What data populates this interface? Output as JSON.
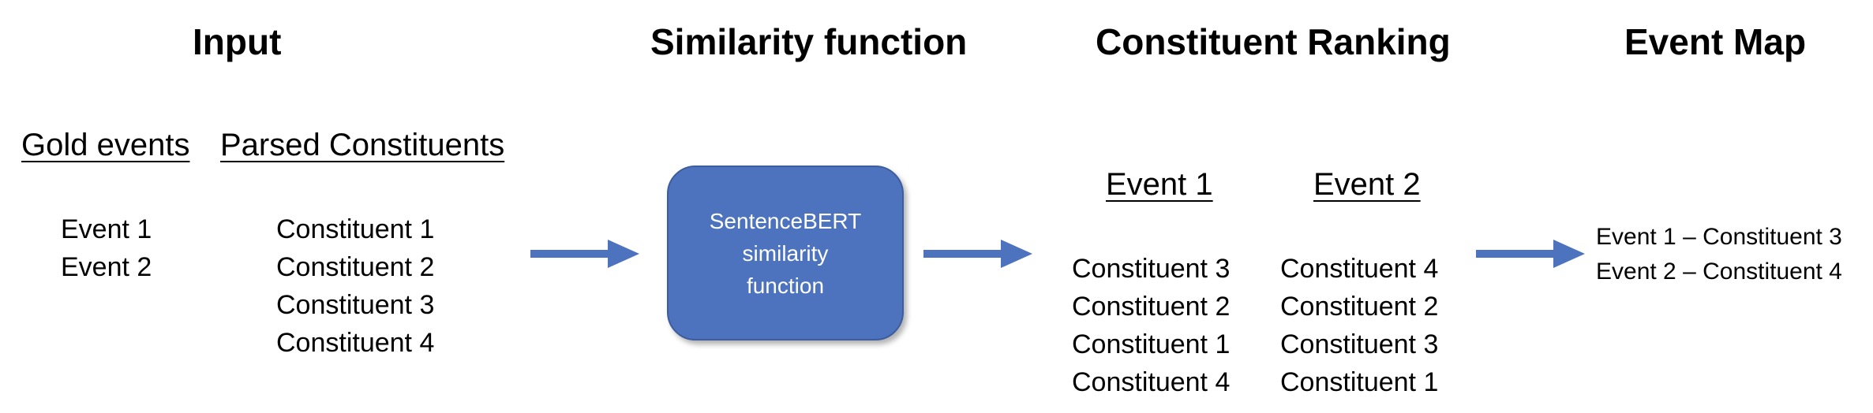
{
  "headings": {
    "input": "Input",
    "similarity": "Similarity function",
    "ranking": "Constituent Ranking",
    "event_map": "Event Map"
  },
  "input": {
    "gold_events_label": "Gold events",
    "parsed_constituents_label": "Parsed Constituents",
    "gold_events": [
      "Event 1",
      "Event 2"
    ],
    "constituents": [
      "Constituent 1",
      "Constituent 2",
      "Constituent 3",
      "Constituent 4"
    ]
  },
  "similarity_box": {
    "lines": [
      "SentenceBERT",
      "similarity",
      "function"
    ]
  },
  "ranking": {
    "event1_label": "Event 1",
    "event2_label": "Event 2",
    "event1_ranking": [
      "Constituent 3",
      "Constituent 2",
      "Constituent 1",
      "Constituent 4"
    ],
    "event2_ranking": [
      "Constituent 4",
      "Constituent 2",
      "Constituent 3",
      "Constituent 1"
    ]
  },
  "event_map": {
    "entries": [
      "Event 1 – Constituent 3",
      "Event 2 – Constituent 4"
    ]
  },
  "colors": {
    "accent": "#4d73be",
    "box_border": "#3d5d9e",
    "box_text": "#ffffff"
  }
}
